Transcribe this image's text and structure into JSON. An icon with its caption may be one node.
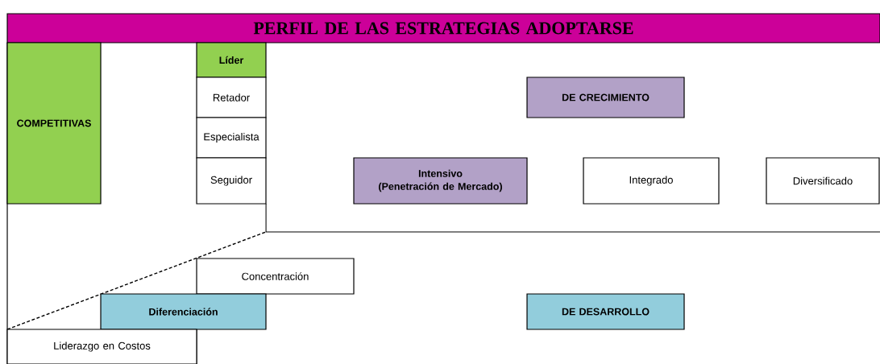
{
  "diagram": {
    "nodes": [
      {
        "text": [
          "PERFIL DE LAS ESTRATEGIAS ADOPTARSE"
        ]
      },
      {
        "text": [
          "COMPETITIVAS"
        ]
      },
      {
        "text": [
          "Líder"
        ]
      },
      {
        "text": [
          "Retador"
        ]
      },
      {
        "text": [
          "Especialista"
        ]
      },
      {
        "text": [
          "Seguidor"
        ]
      },
      {
        "text": [
          "DE CRECIMIENTO"
        ]
      },
      {
        "text": [
          "Intensivo",
          "(Penetración de Mercado)"
        ]
      },
      {
        "text": [
          "Integrado"
        ]
      },
      {
        "text": [
          "Diversificado"
        ]
      },
      {
        "text": [
          "Concentración"
        ]
      },
      {
        "text": [
          "Diferenciación"
        ]
      },
      {
        "text": [
          "DE DESARROLLO"
        ]
      },
      {
        "text": [
          "Liderazgo en Costos"
        ]
      }
    ]
  }
}
